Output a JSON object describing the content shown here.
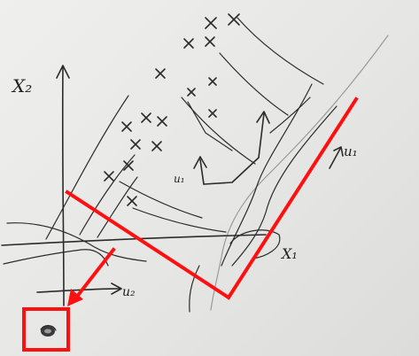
{
  "labels": {
    "x2": "X₂",
    "x1": "X₁",
    "u1_small": "u₁",
    "u1_right": "u₁",
    "u2": "u₂"
  },
  "colors": {
    "ink": "#2b2b2b",
    "annotation": "#ff1010",
    "whiteboard": "#e9e9e7"
  },
  "icons": {
    "marker": "scribbled-dot-icon",
    "arrow": "red-arrow-icon"
  }
}
